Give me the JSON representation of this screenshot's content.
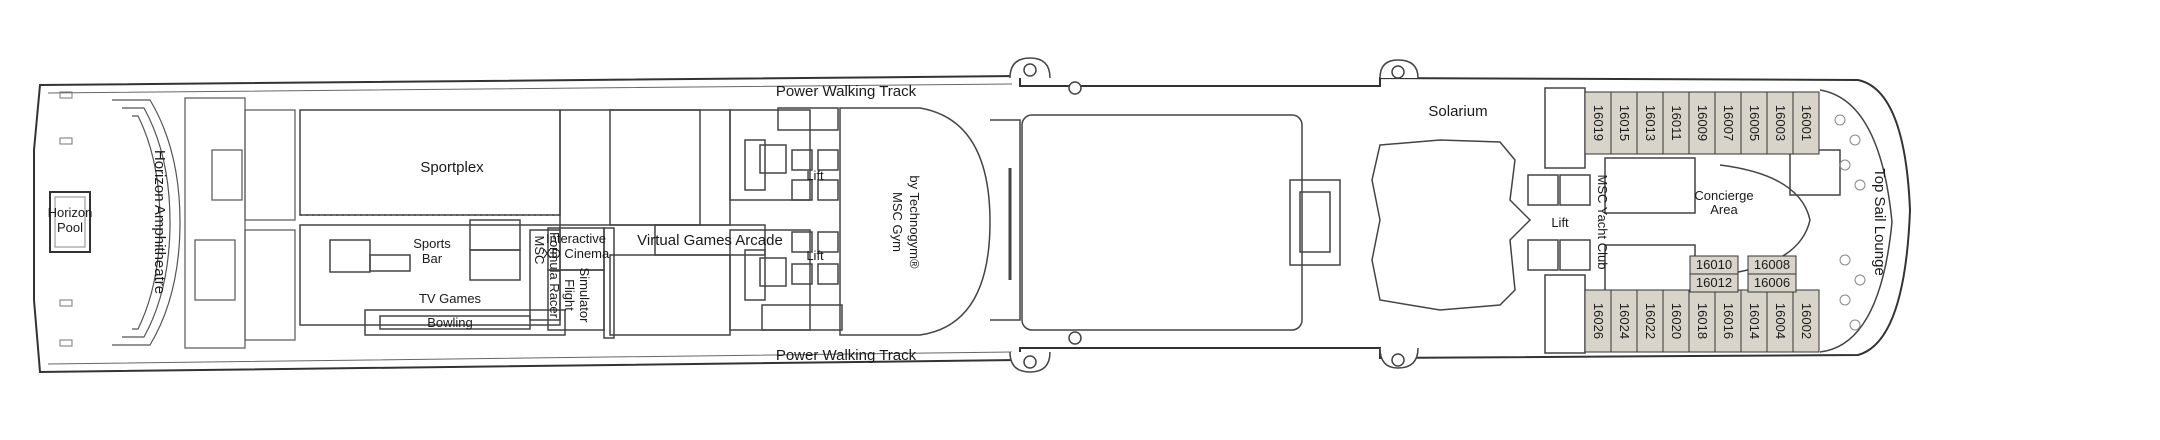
{
  "deck": {
    "labels": {
      "power_walking_top": "Power Walking Track",
      "power_walking_bottom": "Power Walking Track",
      "solarium": "Solarium",
      "sportplex": "Sportplex",
      "horizon_pool_line1": "Horizon",
      "horizon_pool_line2": "Pool",
      "horizon_amphitheatre": "Horizon Amphitheatre",
      "sports_bar_line1": "Sports",
      "sports_bar_line2": "Bar",
      "formula_racer_line1": "MSC",
      "formula_racer_line2": "Formula Racer",
      "cinema_line1": "Interactive",
      "cinema_line2": "XD Cinema",
      "flight_sim_line1": "Flight",
      "flight_sim_line2": "Simulator",
      "tv_games": "TV Games",
      "bowling": "Bowling",
      "virtual_games": "Virtual Games Arcade",
      "lift_upper": "Lift",
      "lift_lower": "Lift",
      "lift_yacht_club": "Lift",
      "gym_line1": "MSC Gym",
      "gym_line2": "by Technogym®",
      "yacht_club": "MSC Yacht Club",
      "concierge_line1": "Concierge",
      "concierge_line2": "Area",
      "top_sail_lounge": "Top Sail Lounge"
    },
    "cabins_top": [
      "16019",
      "16015",
      "16013",
      "16011",
      "16009",
      "16007",
      "16005",
      "16003",
      "16001"
    ],
    "cabins_bottom": [
      "16026",
      "16024",
      "16022",
      "16020",
      "16018",
      "16016",
      "16014",
      "16004",
      "16002"
    ],
    "cabins_inner_left": [
      "16010",
      "16012"
    ],
    "cabins_inner_right": [
      "16008",
      "16006"
    ],
    "colors": {
      "outline": "#333333",
      "cabin_fill": "#d9d4c9",
      "background": "#ffffff"
    }
  }
}
